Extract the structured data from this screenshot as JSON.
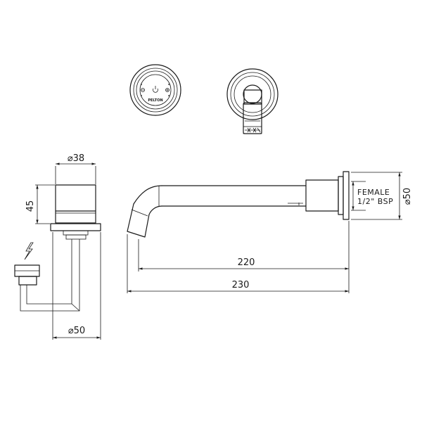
{
  "drawing": {
    "dim_sensor_diameter": "38",
    "dim_sensor_height": "45",
    "dim_base_diameter": "50",
    "dim_spout_reach": "220",
    "dim_overall_length": "230",
    "dim_plate_diameter": "50",
    "connection_line1": "FEMALE",
    "connection_line2": "1/2\" BSP",
    "diameter_symbol": "⌀",
    "sensor_brand": "PELTON"
  }
}
